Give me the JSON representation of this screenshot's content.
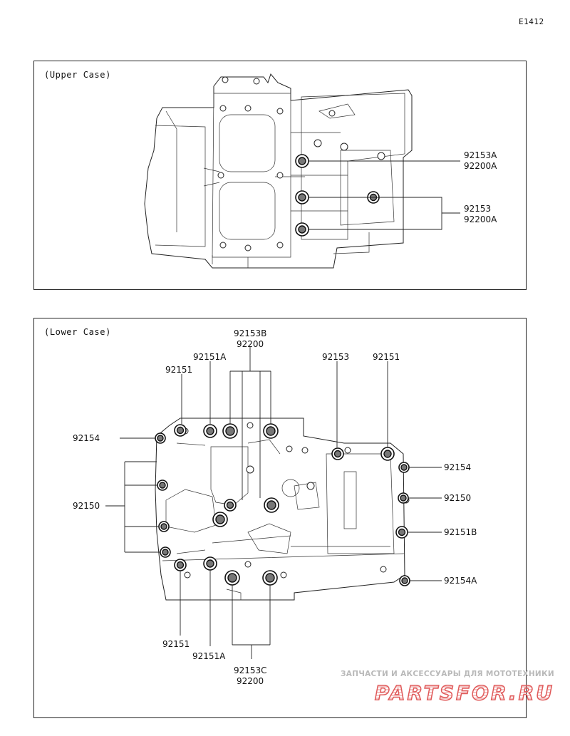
{
  "diagram_code": "E1412",
  "upper": {
    "title": "(Upper Case)",
    "callouts": [
      {
        "line1": "92153A",
        "line2": "92200A"
      },
      {
        "line1": "92153",
        "line2": "92200A"
      }
    ]
  },
  "lower": {
    "title": "(Lower Case)",
    "labels": {
      "top_92153B": "92153B",
      "top_92200": "92200",
      "top_92151A": "92151A",
      "top_92151": "92151",
      "top_92153": "92153",
      "top_92151_right": "92151",
      "left_92154": "92154",
      "left_92150": "92150",
      "right_92154": "92154",
      "right_92150": "92150",
      "right_92151B": "92151B",
      "right_92154A": "92154A",
      "bottom_92151": "92151",
      "bottom_92151A": "92151A",
      "bottom_92153C": "92153C",
      "bottom_92200": "92200"
    }
  },
  "watermark": {
    "line1": "ЗАПЧАСТИ И АКСЕССУАРЫ ДЛЯ МОТОТЕХНИКИ",
    "logo": "PARTSFOR.RU",
    "logo_color": "#e05a5a"
  }
}
